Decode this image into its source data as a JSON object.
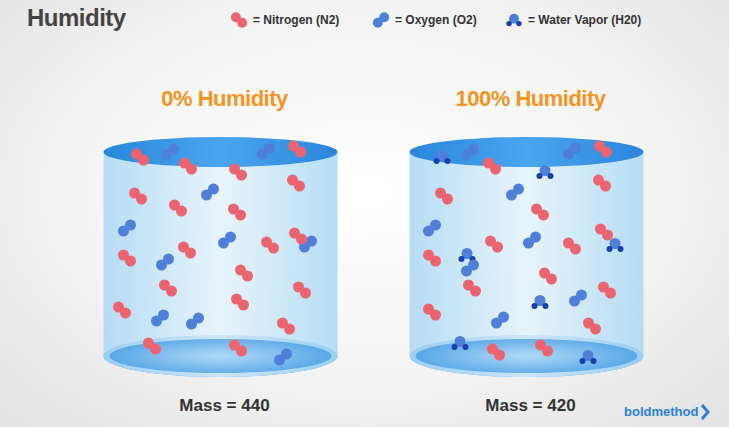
{
  "diagram": {
    "title": "Humidity",
    "nodes": [
      {
        "text": [
          "0% Humidity",
          "Mass = 440"
        ]
      },
      {
        "text": [
          "100% Humidity",
          "Mass = 420"
        ]
      }
    ],
    "labels": [
      "boldmethod"
    ],
    "legend": [
      {
        "text": "= Nitrogen (N2)"
      },
      {
        "text": "= Oxygen (O2)"
      },
      {
        "text": "= Water Vapor (H20)"
      }
    ]
  }
}
